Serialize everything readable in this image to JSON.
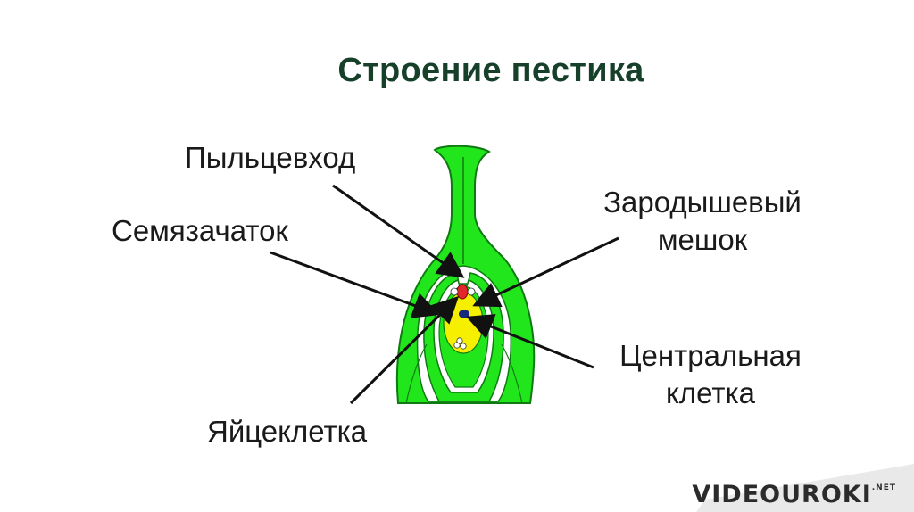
{
  "title": "Строение пестика",
  "labels": {
    "pylcevhod": "Пыльцевход",
    "semyazachatok": "Семязачаток",
    "meshok_line1": "Зародышевый",
    "meshok_line2": "мешок",
    "central_line1": "Центральная",
    "central_line2": "клетка",
    "egg": "Яйцеклетка"
  },
  "logo": {
    "main": "VIDEOUROKI",
    "suffix": ".NET"
  },
  "colors": {
    "pistil_green": "#22e61c",
    "outline_green": "#0f7a12",
    "sac_yellow": "#f6f000",
    "egg_red": "#e2262c",
    "nucleus_blue": "#1a2a7a",
    "arrow": "#111111",
    "title": "#17402a"
  }
}
